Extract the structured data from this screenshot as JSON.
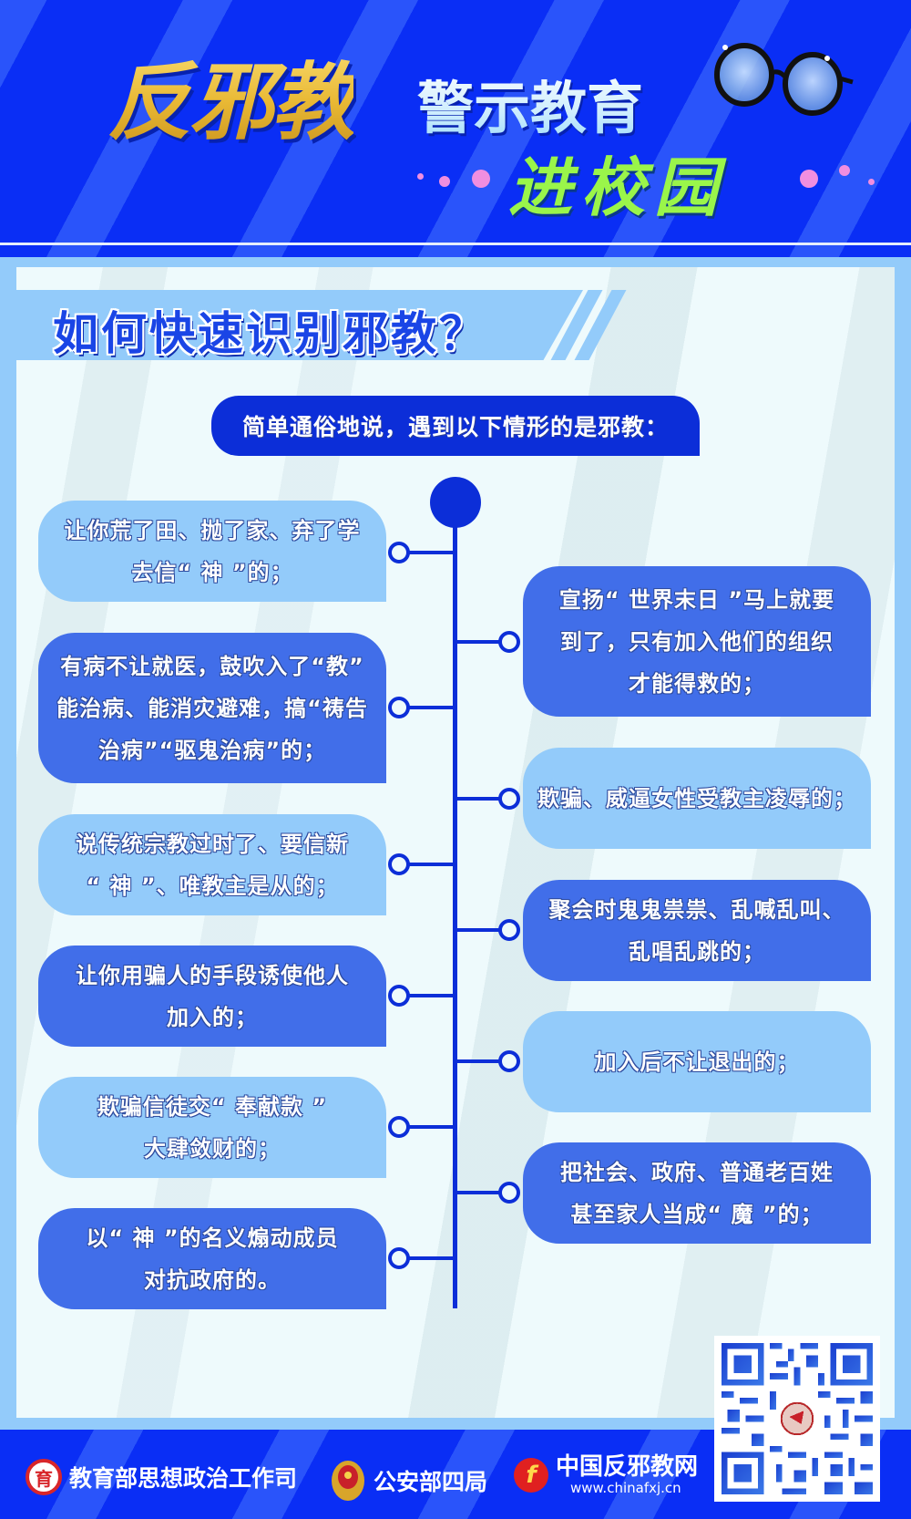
{
  "header": {
    "title_main": "反邪教",
    "title_sub": "警示教育",
    "title_tag": "进校园",
    "decoration": "glasses-icon",
    "colors": {
      "background": "#0a2ef5",
      "title_main": "#f0c94a",
      "title_sub": "#e8f8ff",
      "title_tag": "#9af54a",
      "dots": "#f08ee0"
    }
  },
  "section": {
    "title": "如何快速识别邪教？",
    "intro": "简单通俗地说，遇到以下情形的是邪教："
  },
  "timeline": {
    "left": [
      {
        "text": "让你荒了田、抛了家、弃了学\n去信“ 神 ”的；",
        "style": "light"
      },
      {
        "text": "有病不让就医，鼓吹入了“教”\n能治病、能消灾避难，搞“祷告\n治病”“驱鬼治病”的；",
        "style": "dark"
      },
      {
        "text": "说传统宗教过时了、要信新\n“ 神 ”、唯教主是从的；",
        "style": "light"
      },
      {
        "text": "让你用骗人的手段诱使他人\n加入的；",
        "style": "dark"
      },
      {
        "text": "欺骗信徒交“ 奉献款 ”\n大肆敛财的；",
        "style": "light"
      },
      {
        "text": "以“ 神 ”的名义煽动成员\n对抗政府的。",
        "style": "dark"
      }
    ],
    "right": [
      {
        "text": "宣扬“ 世界末日 ”马上就要\n到了，只有加入他们的组织\n才能得救的；",
        "style": "dark"
      },
      {
        "text": "欺骗、威逼女性受教主凌辱的；",
        "style": "light"
      },
      {
        "text": "聚会时鬼鬼祟祟、乱喊乱叫、\n乱唱乱跳的；",
        "style": "dark"
      },
      {
        "text": "加入后不让退出的；",
        "style": "light"
      },
      {
        "text": "把社会、政府、普通老百姓\n甚至家人当成“ 魔 ”的；",
        "style": "dark"
      }
    ],
    "colors": {
      "line": "#0c2ed8",
      "card_light": "#93cbfa",
      "card_dark": "#416ee9"
    }
  },
  "footer": {
    "orgs": [
      {
        "name": "教育部思想政治工作司",
        "icon": "ministry-education-logo-icon"
      },
      {
        "name": "公安部四局",
        "icon": "police-emblem-icon"
      },
      {
        "name": "中国反邪教网",
        "url": "www.chinafxj.cn",
        "icon": "chinafxj-logo-icon"
      }
    ],
    "qr": {
      "icon": "qr-code-icon"
    }
  }
}
